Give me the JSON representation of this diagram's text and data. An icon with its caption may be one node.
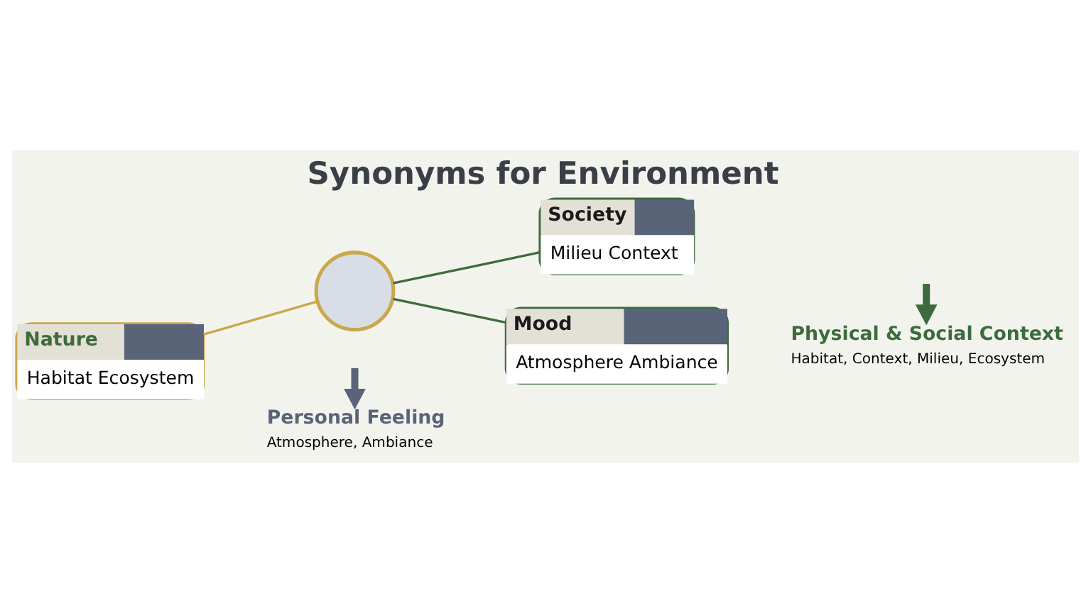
{
  "diagram": {
    "title": "Synonyms for Environment",
    "nodes": [
      {
        "text": [
          "Nature",
          "Habitat Ecosystem"
        ]
      },
      {
        "text": [],
        "shape": "circle"
      },
      {
        "text": [
          "Society",
          "Milieu Context"
        ]
      },
      {
        "text": [
          "Mood",
          "Atmosphere Ambiance"
        ]
      },
      {
        "text": [
          "Personal Feeling",
          "Atmosphere, Ambiance"
        ]
      },
      {
        "text": [
          "Physical & Social Context",
          "Habitat, Context, Milieu, Ecosystem"
        ]
      }
    ],
    "edges": [
      {
        "from": 0,
        "to": 1,
        "arrow": "none",
        "color": "#c9a84a"
      },
      {
        "from": 1,
        "to": 2,
        "arrow": "none"
      },
      {
        "from": 1,
        "to": 3,
        "arrow": "none"
      },
      {
        "from": null,
        "to": 4,
        "arrow": "to",
        "style": "thick",
        "color": "#5a6478"
      },
      {
        "from": null,
        "to": 5,
        "arrow": "to",
        "style": "thick"
      }
    ]
  }
}
